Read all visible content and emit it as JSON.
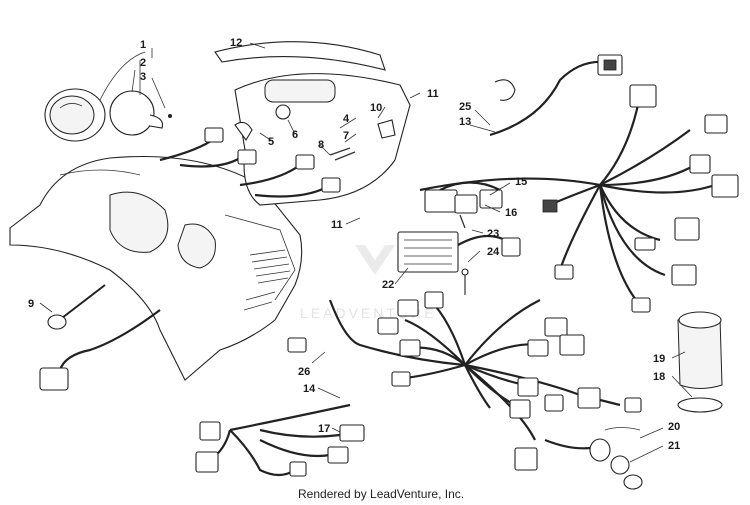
{
  "diagram": {
    "callouts": [
      {
        "id": "c1",
        "text": "1"
      },
      {
        "id": "c2",
        "text": "2"
      },
      {
        "id": "c3",
        "text": "3"
      },
      {
        "id": "c4",
        "text": "4"
      },
      {
        "id": "c5",
        "text": "5"
      },
      {
        "id": "c6",
        "text": "6"
      },
      {
        "id": "c7",
        "text": "7"
      },
      {
        "id": "c8",
        "text": "8"
      },
      {
        "id": "c9",
        "text": "9"
      },
      {
        "id": "c10",
        "text": "10"
      },
      {
        "id": "c11a",
        "text": "11"
      },
      {
        "id": "c11b",
        "text": "11"
      },
      {
        "id": "c12",
        "text": "12"
      },
      {
        "id": "c13",
        "text": "13"
      },
      {
        "id": "c14",
        "text": "14"
      },
      {
        "id": "c15",
        "text": "15"
      },
      {
        "id": "c16",
        "text": "16"
      },
      {
        "id": "c17",
        "text": "17"
      },
      {
        "id": "c18",
        "text": "18"
      },
      {
        "id": "c19",
        "text": "19"
      },
      {
        "id": "c20",
        "text": "20"
      },
      {
        "id": "c21",
        "text": "21"
      },
      {
        "id": "c22",
        "text": "22"
      },
      {
        "id": "c23",
        "text": "23"
      },
      {
        "id": "c24",
        "text": "24"
      },
      {
        "id": "c25",
        "text": "25"
      },
      {
        "id": "c26",
        "text": "26"
      }
    ],
    "credit": "Rendered by LeadVenture, Inc.",
    "watermark": "LEADVENTURE"
  }
}
